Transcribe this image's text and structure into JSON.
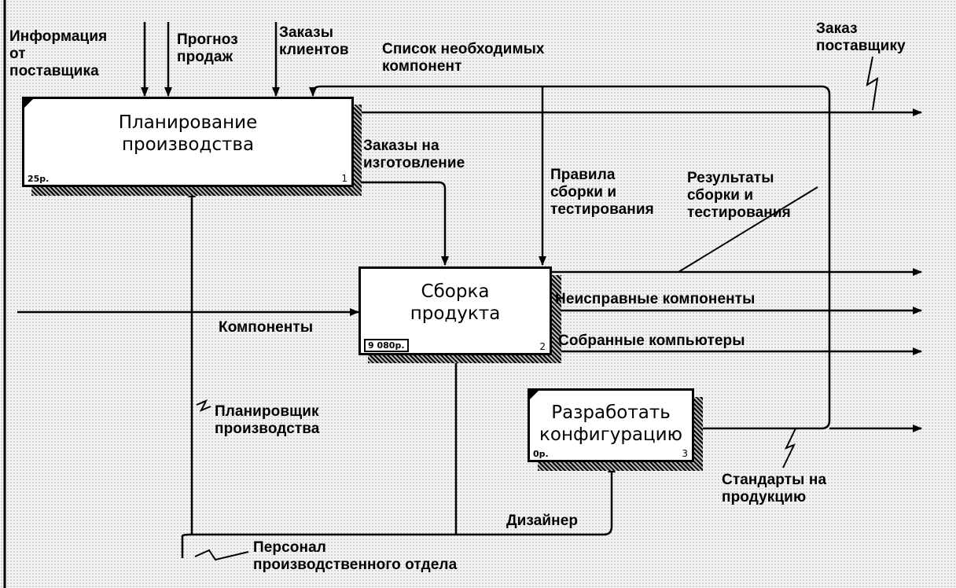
{
  "colors": {
    "line": "#000000",
    "box_fill": "#ffffff",
    "background": "#f4f4f4"
  },
  "boxes": [
    {
      "title_line1": "Планирование",
      "title_line2": "производства",
      "cost": "25р.",
      "number": "1"
    },
    {
      "title_line1": "Сборка",
      "title_line2": "продукта",
      "cost": "9 080р.",
      "number": "2"
    },
    {
      "title_line1": "Разработать",
      "title_line2": "конфигурацию",
      "cost": "0р.",
      "number": "3"
    }
  ],
  "arrows": {
    "info_supplier": [
      "Информация",
      "от",
      "поставщика"
    ],
    "sales_forecast": [
      "Прогноз",
      "продаж"
    ],
    "client_orders": [
      "Заказы",
      "клиентов"
    ],
    "parts_list": [
      "Список необходимых",
      "компонент"
    ],
    "supplier_order": [
      "Заказ",
      "поставщику"
    ],
    "production_orders": [
      "Заказы на",
      "изготовление"
    ],
    "assembly_rules": [
      "Правила",
      "сборки и",
      "тестирования"
    ],
    "assembly_results": [
      "Результаты",
      "сборки и",
      "тестирования"
    ],
    "faulty_parts": "Неисправные компоненты",
    "components": "Компоненты",
    "assembled_pcs": "Собранные компьютеры",
    "planner": [
      "Планировщик",
      "производства"
    ],
    "product_standards": [
      "Стандарты на",
      "продукцию"
    ],
    "designer": "Дизайнер",
    "staff": [
      "Персонал",
      "производственного отдела"
    ]
  }
}
